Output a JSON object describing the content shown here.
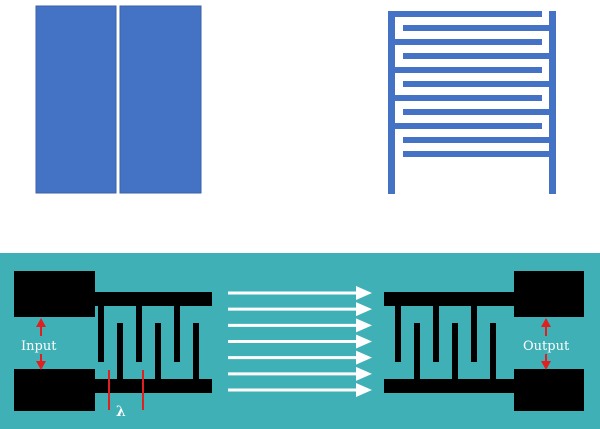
{
  "colors": {
    "electrode_blue": "#4472c4",
    "electrode_edge": "#3a62a8",
    "substrate": "#3fb0b5",
    "pad": "#000000",
    "arrow": "#ffffff",
    "marker": "#e02020"
  },
  "saw_device": {
    "input_label": "Input",
    "output_label": "Output",
    "wavelength_symbol": "λ",
    "wave_arrow_count": 7
  }
}
